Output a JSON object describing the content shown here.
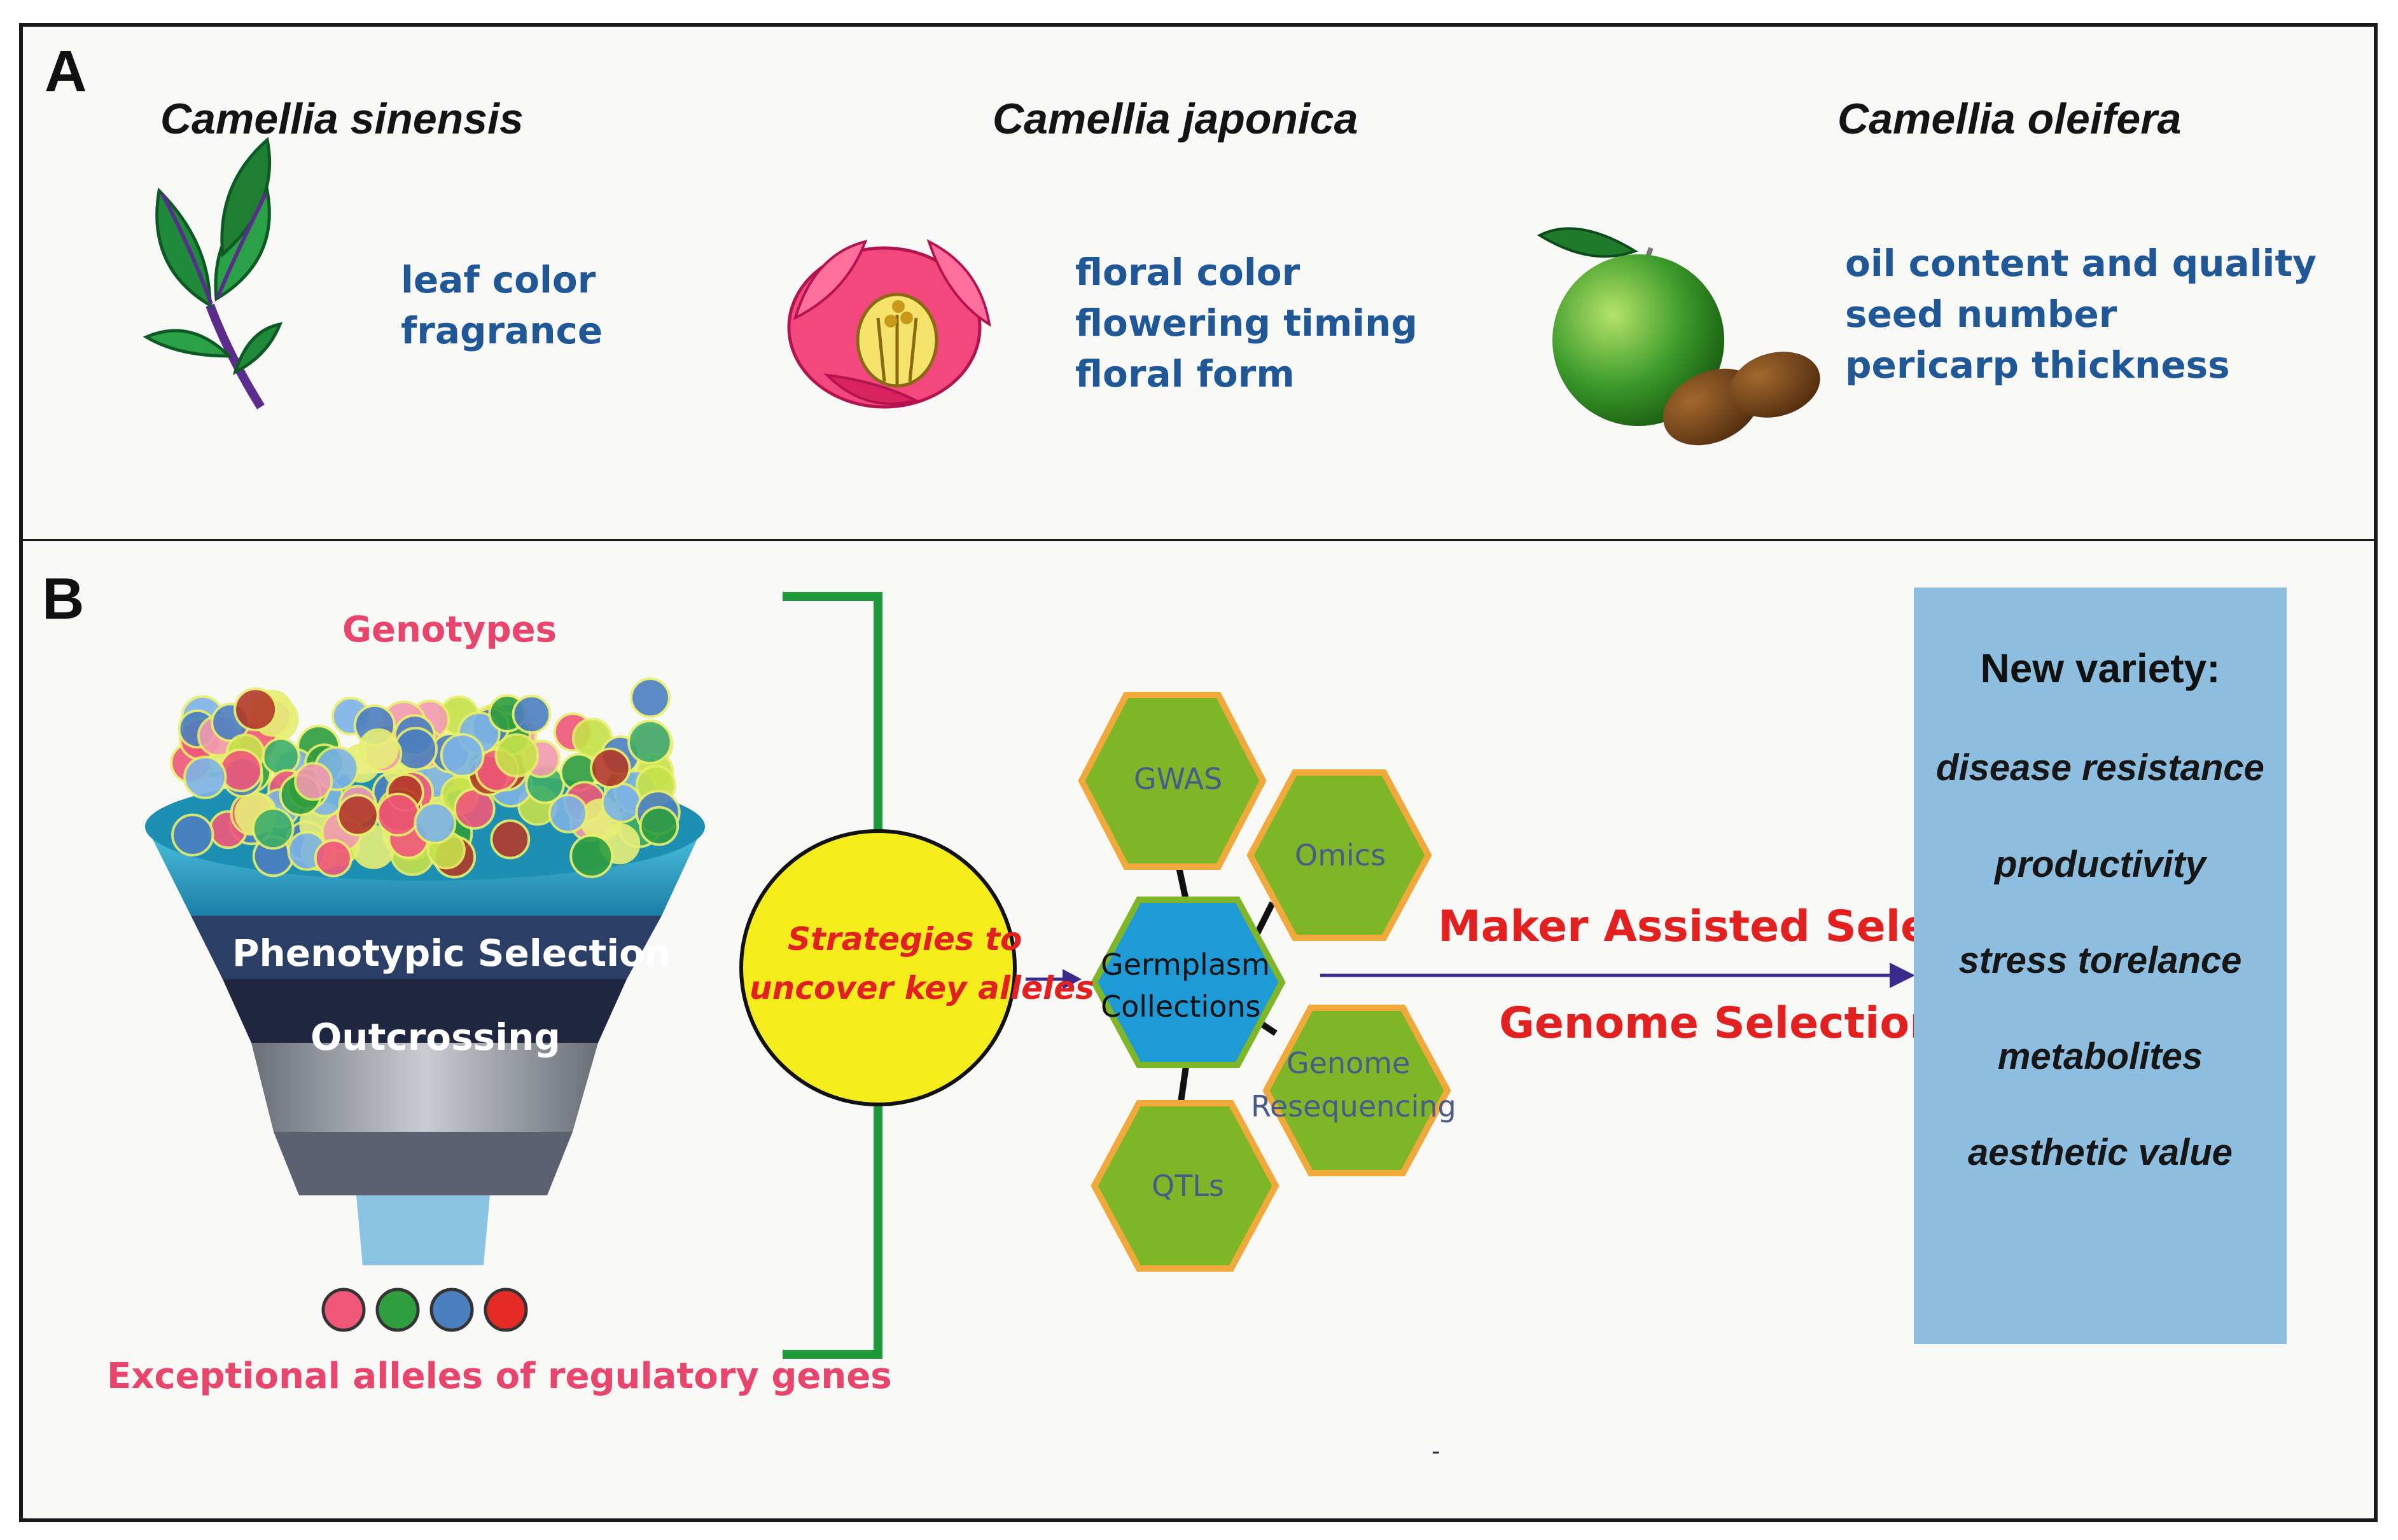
{
  "panel_a": {
    "label": "A",
    "species": [
      {
        "name": "Camellia sinensis",
        "traits": [
          "leaf color",
          "fragrance"
        ],
        "icon": "tea-leaf-icon"
      },
      {
        "name": "Camellia japonica",
        "traits": [
          "floral color",
          "flowering timing",
          "floral form"
        ],
        "icon": "camellia-flower-icon"
      },
      {
        "name": "Camellia oleifera",
        "traits": [
          "oil content and quality",
          "seed number",
          "pericarp thickness"
        ],
        "icon": "oil-fruit-seeds-icon"
      }
    ]
  },
  "panel_b": {
    "label": "B",
    "funnel": {
      "top_label": "Genotypes",
      "stages": [
        "Phenotypic Selection",
        "Outcrossing"
      ],
      "bottom_label": "Exceptional alleles of regulatory genes",
      "allele_colors": [
        "#f0587a",
        "#2f9e3f",
        "#4c7fc0",
        "#e62a26"
      ]
    },
    "strategy_circle": {
      "line1": "Strategies to",
      "line2": "uncover key alleles"
    },
    "hexagons": {
      "center": {
        "line1": "Germplasm",
        "line2": "Collections"
      },
      "gwas": "GWAS",
      "omics": "Omics",
      "genome_reseq": {
        "line1": "Genome",
        "line2": "Resequencing"
      },
      "qtls": "QTLs"
    },
    "arrow_labels": {
      "top": "Maker Assisted Selection",
      "bottom": "Genome Selection"
    },
    "new_variety": {
      "title": "New variety:",
      "items": [
        "disease resistance",
        "productivity",
        "stress torelance",
        "metabolites",
        "aesthetic value"
      ]
    },
    "footnote": "-"
  },
  "colors": {
    "trait_blue": "#1f5797",
    "red": "#e32020",
    "pink": "#e8446c",
    "hex_green": "#7fb627",
    "hex_border": "#f2a93b",
    "germplasm_blue": "#1e9bd7",
    "bracket_green": "#1f9a3b",
    "variety_box": "#8ebedf",
    "circle_yellow": "#f5ec1c",
    "arrow_purple": "#3b2a8c"
  }
}
